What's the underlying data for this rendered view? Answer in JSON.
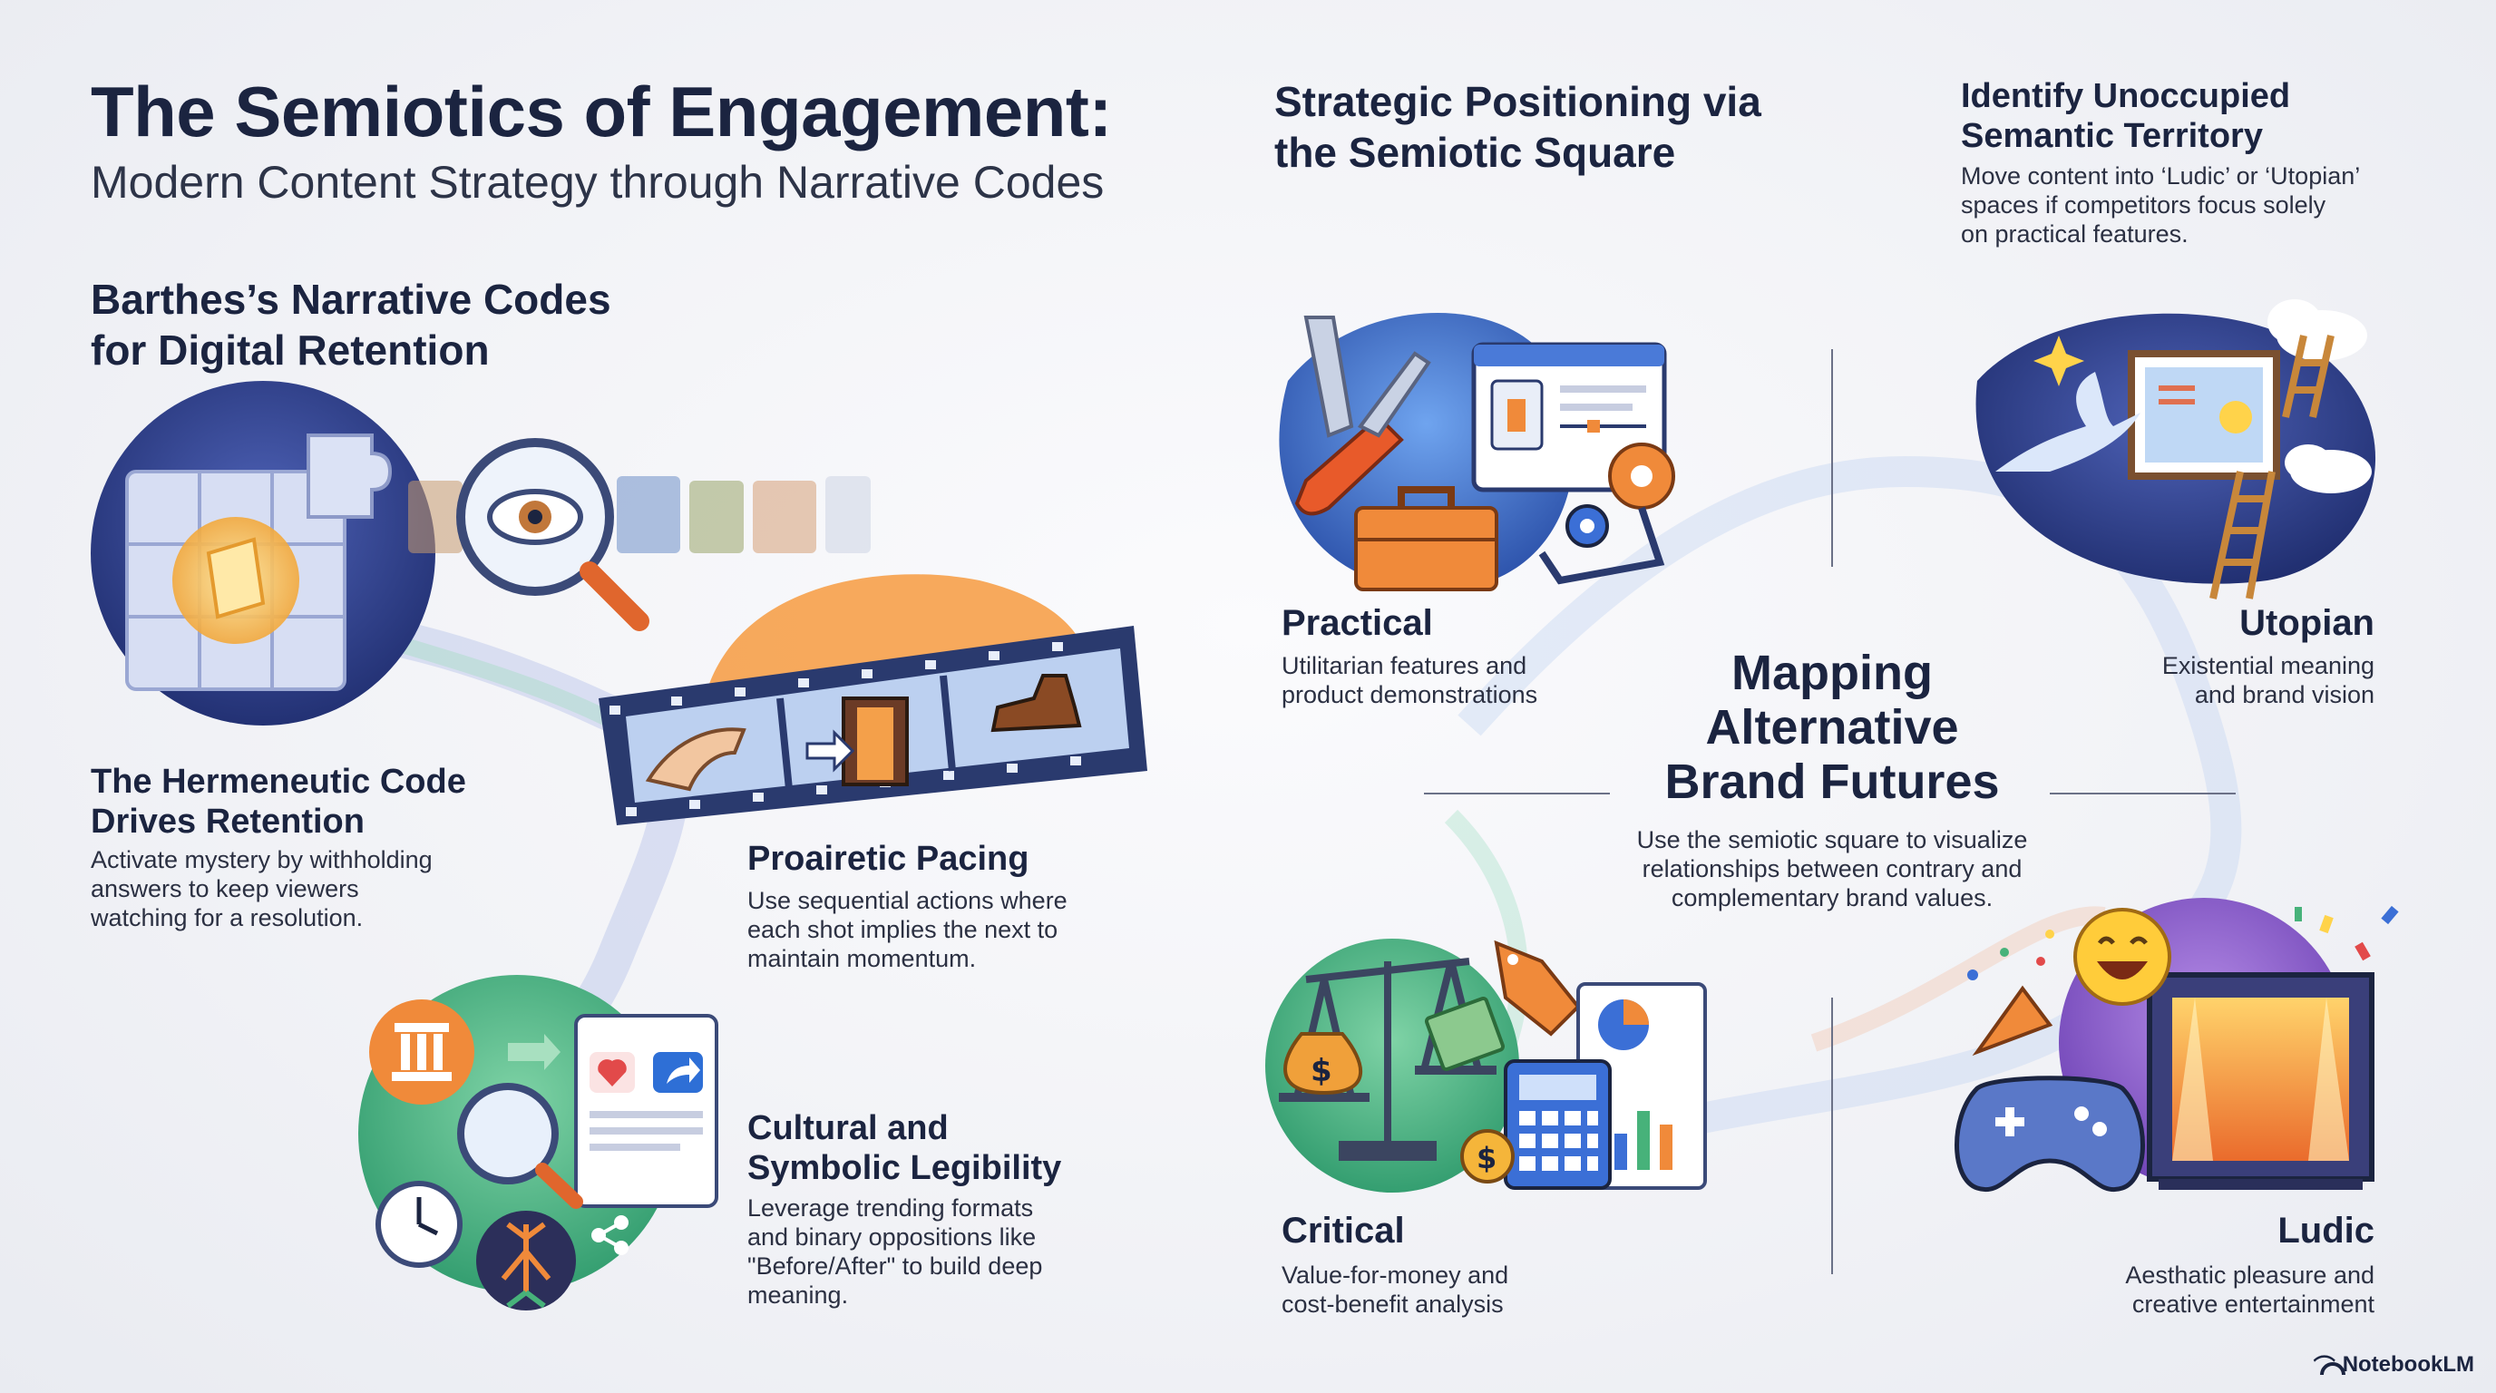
{
  "header": {
    "title": "The Semiotics of Engagement:",
    "subtitle": "Modern Content Strategy through Narrative Codes"
  },
  "left_section": {
    "heading_line1": "Barthes’s Narrative Codes",
    "heading_line2": "for Digital Retention",
    "hermeneutic": {
      "title_line1": "The Hermeneutic Code",
      "title_line2": "Drives Retention",
      "text_line1": "Activate mystery by withholding",
      "text_line2": "answers to keep viewers",
      "text_line3": "watching for a resolution."
    },
    "proairetic": {
      "title": "Proairetic Pacing",
      "text_line1": "Use sequential actions where",
      "text_line2": "each shot implies the next to",
      "text_line3": "maintain momentum."
    },
    "cultural": {
      "title_line1": "Cultural and",
      "title_line2": "Symbolic Legibility",
      "text_line1": "Leverage trending formats",
      "text_line2": "and binary oppositions like",
      "text_line3": "\"Before/After\" to build deep",
      "text_line4": "meaning."
    }
  },
  "right_section": {
    "heading_line1": "Strategic Positioning via",
    "heading_line2": "the Semiotic Square",
    "territory": {
      "title_line1": "Identify Unoccupied",
      "title_line2": "Semantic Territory",
      "text_line1": "Move content into ‘Ludic’ or ‘Utopian’",
      "text_line2": "spaces if competitors focus solely",
      "text_line3": "on practical features."
    },
    "practical": {
      "title": "Practical",
      "text_line1": "Utilitarian features and",
      "text_line2": "product demonstrations"
    },
    "utopian": {
      "title": "Utopian",
      "text_line1": "Existential meaning",
      "text_line2": "and brand vision"
    },
    "critical": {
      "title": "Critical",
      "text_line1": "Value-for-money and",
      "text_line2": "cost-benefit analysis"
    },
    "ludic": {
      "title": "Ludic",
      "text_line1": "Aesthatic pleasure and",
      "text_line2": "creative entertainment"
    },
    "center": {
      "title_line1": "Mapping",
      "title_line2": "Alternative",
      "title_line3": "Brand Futures",
      "text_line1": "Use the semiotic square to visualize",
      "text_line2": "relationships between contrary and",
      "text_line3": "complementary brand values."
    }
  },
  "branding": {
    "label": "NotebookLM"
  },
  "colors": {
    "navy": "#1b2440",
    "blue": "#3b6fd6",
    "orange": "#f08a3a",
    "green": "#47b27a",
    "purple": "#8a55c8"
  },
  "icons": [
    "puzzle-icon",
    "magnifier-eye-icon",
    "film-strip-icon",
    "hand-icon",
    "door-icon",
    "shoe-icon",
    "column-icon",
    "social-post-icon",
    "clock-icon",
    "tree-roots-icon",
    "share-icon",
    "swiss-knife-icon",
    "toolbox-icon",
    "browser-window-icon",
    "gear-icon",
    "bird-icon",
    "star-icon",
    "ladder-icon",
    "cloud-icon",
    "painting-icon",
    "scale-icon",
    "money-bag-icon",
    "price-tag-icon",
    "calculator-icon",
    "coin-icon",
    "chart-icon",
    "game-controller-icon",
    "emoji-laugh-icon",
    "party-popper-icon",
    "stage-icon"
  ]
}
